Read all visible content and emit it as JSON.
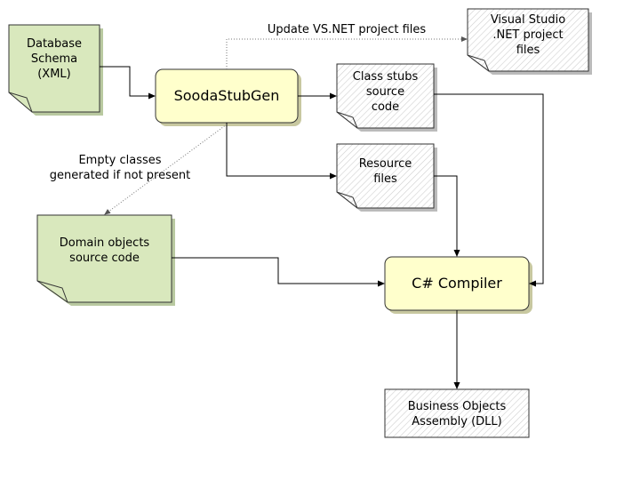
{
  "diagram": {
    "nodes": {
      "db_schema": "Database\nSchema\n(XML)",
      "soodastubgen": "SoodaStubGen",
      "class_stubs": "Class stubs\nsource\ncode",
      "vsnet_files": "Visual Studio\n.NET project\nfiles",
      "resource_files": "Resource\nfiles",
      "domain_objects": "Domain objects\nsource code",
      "csharp_compiler": "C# Compiler",
      "business_objects": "Business Objects\nAssembly (DLL)"
    },
    "edges": {
      "update_vsnet": "Update VS.NET project files",
      "empty_classes": "Empty classes\ngenerated if not present"
    }
  },
  "colors": {
    "document_green": "#d9e8bd",
    "process_yellow": "#ffffcc",
    "outline": "#333333",
    "hatch": "#c8c8c8"
  }
}
